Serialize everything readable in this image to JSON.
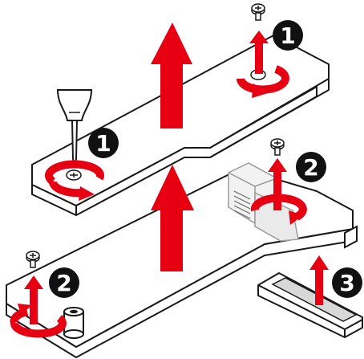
{
  "diagram": {
    "step_badges": [
      {
        "id": "badge-1-top",
        "label": "1"
      },
      {
        "id": "badge-1-left",
        "label": "1"
      },
      {
        "id": "badge-2-right",
        "label": "2"
      },
      {
        "id": "badge-2-left",
        "label": "2"
      },
      {
        "id": "badge-3",
        "label": "3"
      }
    ],
    "colors": {
      "arrow": "#e60012",
      "outline": "#1a1a1a",
      "badge": "#111111",
      "background": "#ffffff"
    },
    "icons": [
      "screw-icon",
      "screwdriver-icon",
      "rotate-arrow-icon",
      "up-arrow-icon",
      "m2-slot-icon",
      "standoff-icon",
      "latch-icon"
    ]
  }
}
